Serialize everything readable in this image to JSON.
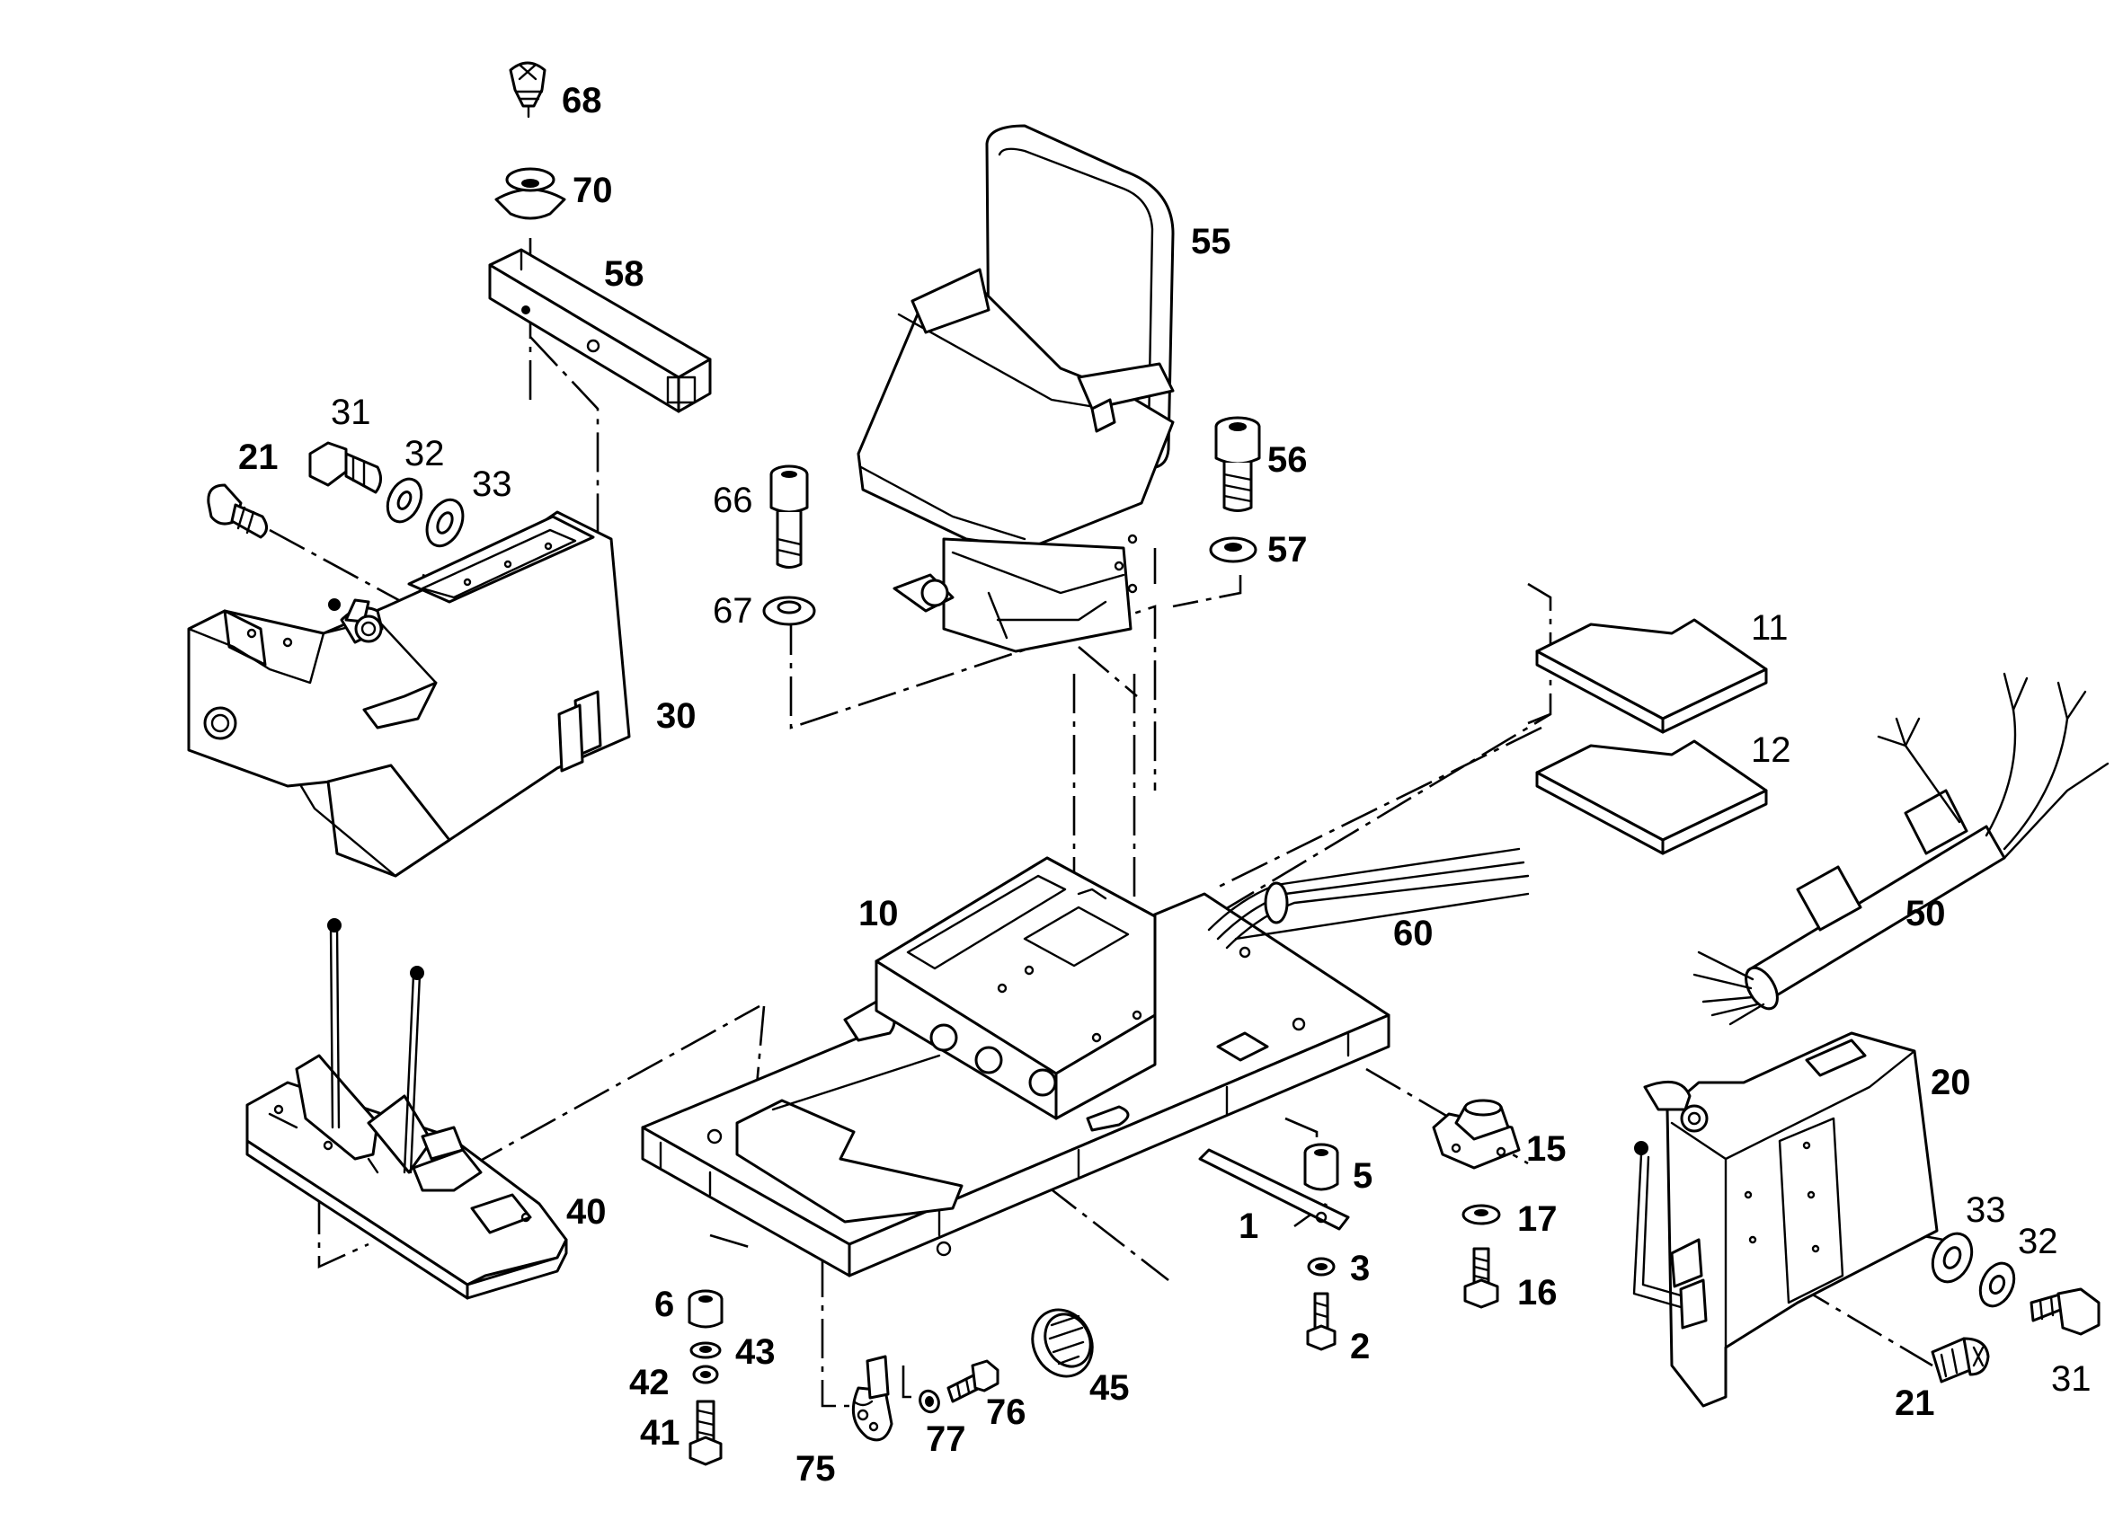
{
  "diagram": {
    "callouts": [
      {
        "id": "c68",
        "text": "68",
        "bold": true
      },
      {
        "id": "c70",
        "text": "70",
        "bold": true
      },
      {
        "id": "c58",
        "text": "58",
        "bold": true
      },
      {
        "id": "c55",
        "text": "55",
        "bold": true
      },
      {
        "id": "c31a",
        "text": "31",
        "bold": false
      },
      {
        "id": "c32a",
        "text": "32",
        "bold": false
      },
      {
        "id": "c33a",
        "text": "33",
        "bold": false
      },
      {
        "id": "c21a",
        "text": "21",
        "bold": true
      },
      {
        "id": "c56",
        "text": "56",
        "bold": true
      },
      {
        "id": "c57",
        "text": "57",
        "bold": true
      },
      {
        "id": "c66",
        "text": "66",
        "bold": false
      },
      {
        "id": "c67",
        "text": "67",
        "bold": false
      },
      {
        "id": "c30",
        "text": "30",
        "bold": true
      },
      {
        "id": "c11",
        "text": "11",
        "bold": false
      },
      {
        "id": "c12",
        "text": "12",
        "bold": false
      },
      {
        "id": "c10",
        "text": "10",
        "bold": true
      },
      {
        "id": "c60",
        "text": "60",
        "bold": true
      },
      {
        "id": "c50",
        "text": "50",
        "bold": true
      },
      {
        "id": "c20",
        "text": "20",
        "bold": true
      },
      {
        "id": "c15",
        "text": "15",
        "bold": true
      },
      {
        "id": "c5",
        "text": "5",
        "bold": true
      },
      {
        "id": "c1",
        "text": "1",
        "bold": true
      },
      {
        "id": "c17",
        "text": "17",
        "bold": true
      },
      {
        "id": "c40",
        "text": "40",
        "bold": true
      },
      {
        "id": "c33b",
        "text": "33",
        "bold": false
      },
      {
        "id": "c32b",
        "text": "32",
        "bold": false
      },
      {
        "id": "c3",
        "text": "3",
        "bold": true
      },
      {
        "id": "c16",
        "text": "16",
        "bold": true
      },
      {
        "id": "c6",
        "text": "6",
        "bold": true
      },
      {
        "id": "c2",
        "text": "2",
        "bold": true
      },
      {
        "id": "c43",
        "text": "43",
        "bold": true
      },
      {
        "id": "c42",
        "text": "42",
        "bold": true
      },
      {
        "id": "c45",
        "text": "45",
        "bold": true
      },
      {
        "id": "c76",
        "text": "76",
        "bold": true
      },
      {
        "id": "c41",
        "text": "41",
        "bold": true
      },
      {
        "id": "c77",
        "text": "77",
        "bold": true
      },
      {
        "id": "c75",
        "text": "75",
        "bold": true
      },
      {
        "id": "c21b",
        "text": "21",
        "bold": true
      },
      {
        "id": "c31b",
        "text": "31",
        "bold": false
      }
    ]
  }
}
